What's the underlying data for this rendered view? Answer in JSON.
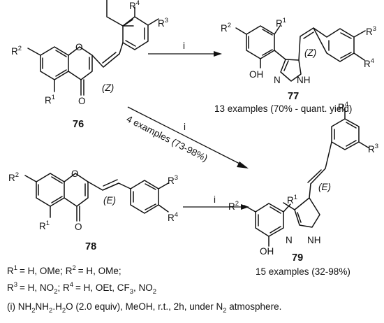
{
  "compounds": {
    "c76": {
      "id": "76",
      "stereo": "(Z)",
      "atoms": {
        "o": "O",
        "r1": "R",
        "r2": "R",
        "r3": "R",
        "r4": "R"
      }
    },
    "c77": {
      "id": "77",
      "stereo": "(Z)",
      "summary": "13 examples (70% - quant. yield)",
      "atoms": {
        "oh": "OH",
        "nh": "NH",
        "n": "N",
        "r1": "R",
        "r2": "R",
        "r3": "R",
        "r4": "R"
      }
    },
    "c78": {
      "id": "78",
      "stereo": "(E)",
      "atoms": {
        "o": "O",
        "r1": "R",
        "r2": "R",
        "r3": "R",
        "r4": "R"
      }
    },
    "c79": {
      "id": "79",
      "stereo": "(E)",
      "summary": "15 examples (32-98%)",
      "atoms": {
        "oh": "OH",
        "nh": "NH",
        "n": "N",
        "r1": "R",
        "r2": "R",
        "r3": "R",
        "r4": "R"
      }
    }
  },
  "superscripts": {
    "one": "1",
    "two": "2",
    "three": "3",
    "four": "4"
  },
  "arrows": {
    "top": {
      "label": "i"
    },
    "bottom": {
      "label": "i"
    },
    "diagonal": {
      "label": "i",
      "annotation": "4 examples (73-98%)"
    }
  },
  "substituents": {
    "line1": {
      "r1_def": "= H, OMe; ",
      "r2_def": "= H, OMe;"
    },
    "line2": {
      "r3_def_a": "= H, NO",
      "r3_sub": "2",
      "r3_def_b": "; ",
      "r4_def_a": "= H, OEt, CF",
      "r4_sub": "3",
      "r4_def_b": ", NO",
      "r4_sub2": "2"
    }
  },
  "conditions": {
    "prefix": "(i) NH",
    "sub_a": "2",
    "mid_a": "NH",
    "sub_b": "2",
    "mid_b": ".H",
    "sub_c": "2",
    "mid_c": "O (2.0 equiv), MeOH, r.t., 2h, under N",
    "sub_d": "2",
    "suffix": " atmosphere."
  }
}
